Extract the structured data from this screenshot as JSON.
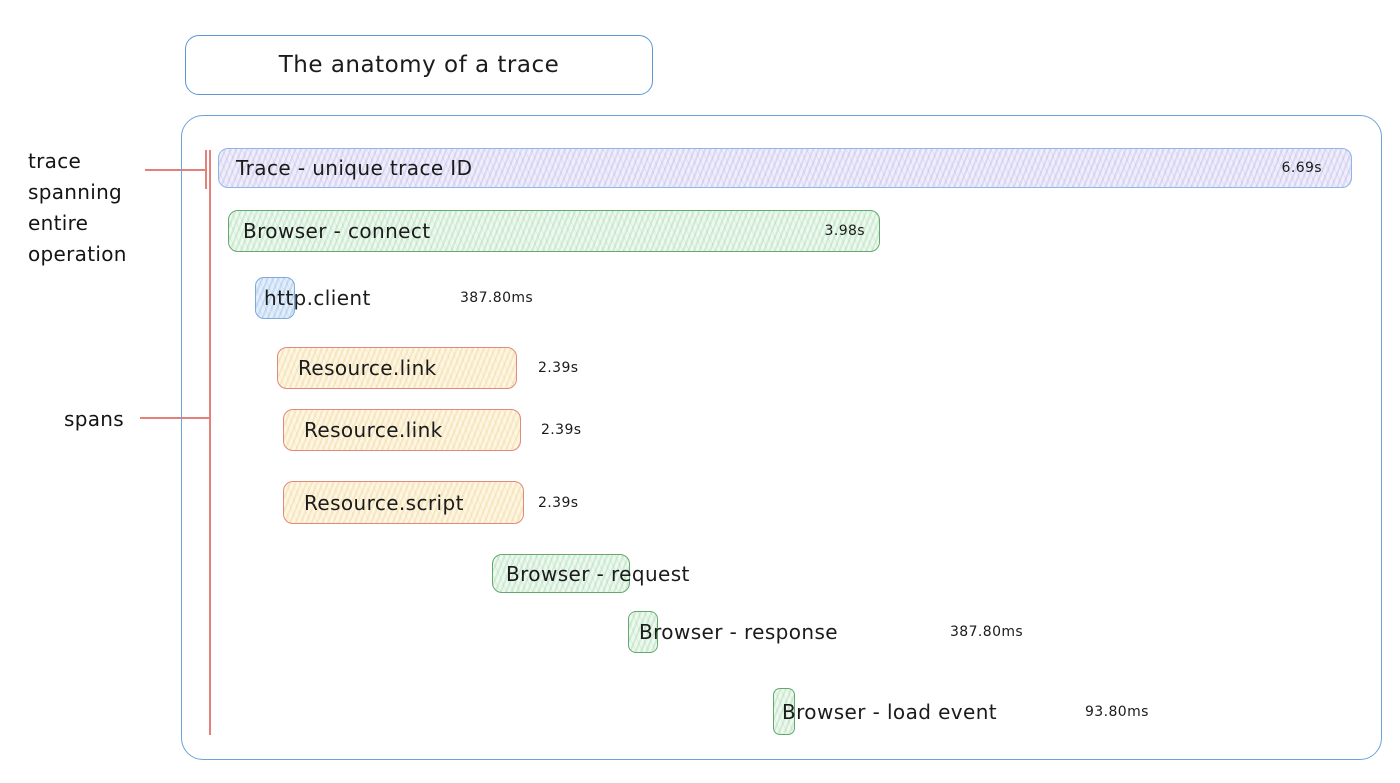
{
  "title": "The anatomy of a trace",
  "annotations": {
    "trace_note": "trace\nspanning\nentire\noperation",
    "spans_note": "spans"
  },
  "trace": {
    "label": "Trace - unique trace ID",
    "duration": "6.69s"
  },
  "spans": [
    {
      "name": "browser-connect",
      "label": "Browser - connect",
      "duration": "3.98s",
      "color": "green"
    },
    {
      "name": "http-client",
      "label": "http.client",
      "duration": "387.80ms",
      "color": "blue"
    },
    {
      "name": "resource-link-1",
      "label": "Resource.link",
      "duration": "2.39s",
      "color": "yellow"
    },
    {
      "name": "resource-link-2",
      "label": "Resource.link",
      "duration": "2.39s",
      "color": "yellow"
    },
    {
      "name": "resource-script",
      "label": "Resource.script",
      "duration": "2.39s",
      "color": "yellow"
    },
    {
      "name": "browser-request",
      "label": "Browser - request",
      "duration": "",
      "color": "green"
    },
    {
      "name": "browser-response",
      "label": "Browser - response",
      "duration": "387.80ms",
      "color": "green"
    },
    {
      "name": "browser-load-event",
      "label": "Browser - load event",
      "duration": "93.80ms",
      "color": "green"
    }
  ],
  "colors": {
    "trace_fill": "#efeefa",
    "trace_border": "#90b6e8",
    "green_fill": "#edf8ee",
    "green_border": "#63a96d",
    "yellow_fill": "#fdf6e3",
    "yellow_border": "#e2897b",
    "blue_fill": "#e3eefa",
    "blue_border": "#7fa9dc",
    "container_border": "#6da3dc",
    "annotation_line": "#e57f7a",
    "text": "#1b1b1b"
  }
}
